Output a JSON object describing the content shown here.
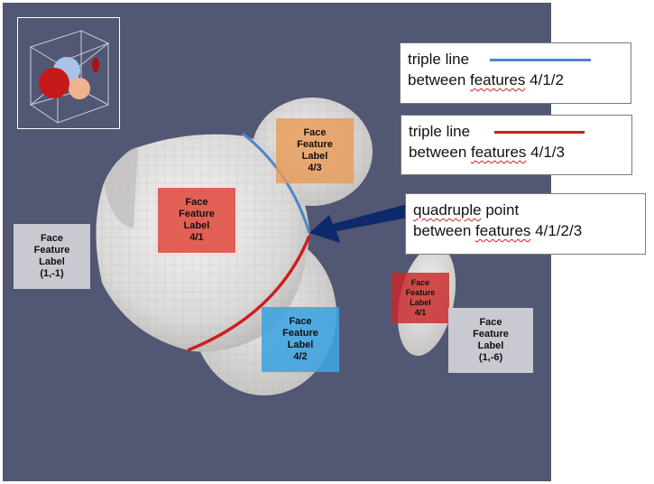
{
  "labels": {
    "face_4_3": [
      "Face",
      "Feature",
      "Label",
      "4/3"
    ],
    "face_4_1_main": [
      "Face",
      "Feature",
      "Label",
      "4/1"
    ],
    "face_1_m1": [
      "Face",
      "Feature",
      "Label",
      "(1,-1)"
    ],
    "face_4_2": [
      "Face",
      "Feature",
      "Label",
      "4/2"
    ],
    "face_4_1_small": [
      "Face",
      "Feature",
      "Label",
      "4/1"
    ],
    "face_1_m6": [
      "Face",
      "Feature",
      "Label",
      "(1,-6)"
    ]
  },
  "callouts": {
    "triple_412": {
      "line1": "triple line",
      "line2_prefix": "between ",
      "line2_word": "features",
      "line2_suffix": " 4/1/2",
      "line_color": "#4f87c6"
    },
    "triple_413": {
      "line1": "triple line",
      "line2_prefix": "between ",
      "line2_word": "features",
      "line2_suffix": " 4/1/3",
      "line_color": "#cc1f1f"
    },
    "quadruple": {
      "line1_word": "quadruple",
      "line1_suffix": " point",
      "line2_prefix": "between ",
      "line2_word": "features",
      "line2_suffix": " 4/1/2/3",
      "arrow_color": "#0f2a6b"
    }
  },
  "colors": {
    "background": "#525774",
    "grain": "#e8e6e4",
    "label_red": "#e0463c",
    "label_orange": "#e89a58",
    "label_blue": "#3da4e0",
    "label_gray": "#c9c9d1"
  }
}
